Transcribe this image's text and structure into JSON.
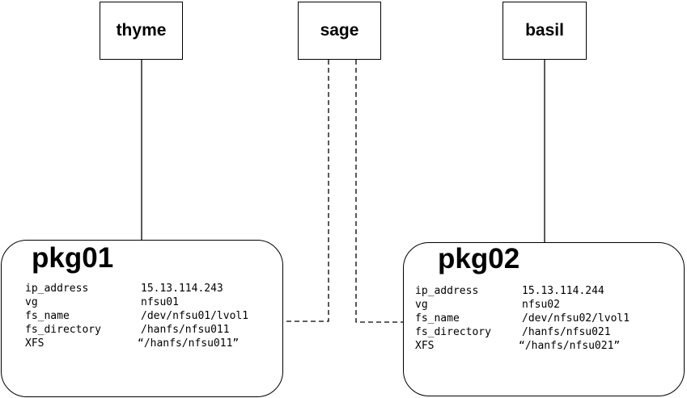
{
  "nodes": [
    {
      "id": "thyme",
      "label": "thyme"
    },
    {
      "id": "sage",
      "label": "sage"
    },
    {
      "id": "basil",
      "label": "basil"
    }
  ],
  "packages": [
    {
      "id": "pkg01",
      "title": "pkg01",
      "attributes": [
        {
          "key": "ip_address",
          "value": "15.13.114.243"
        },
        {
          "key": "vg",
          "value": "nfsu01"
        },
        {
          "key": "fs_name",
          "value": "/dev/nfsu01/lvol1"
        },
        {
          "key": "fs_directory",
          "value": "/hanfs/nfsu011"
        },
        {
          "key": "XFS",
          "value": "“/hanfs/nfsu011”"
        }
      ]
    },
    {
      "id": "pkg02",
      "title": "pkg02",
      "attributes": [
        {
          "key": "ip_address",
          "value": "15.13.114.244"
        },
        {
          "key": "vg",
          "value": "nfsu02"
        },
        {
          "key": "fs_name",
          "value": "/dev/nfsu02/lvol1"
        },
        {
          "key": "fs_directory",
          "value": "/hanfs/nfsu021"
        },
        {
          "key": "XFS",
          "value": "“/hanfs/nfsu021”"
        }
      ]
    }
  ],
  "connections": [
    {
      "from": "thyme",
      "to": "pkg01",
      "style": "solid"
    },
    {
      "from": "basil",
      "to": "pkg02",
      "style": "solid"
    },
    {
      "from": "sage",
      "to": "pkg01",
      "style": "dashed"
    },
    {
      "from": "sage",
      "to": "pkg02",
      "style": "dashed"
    }
  ]
}
